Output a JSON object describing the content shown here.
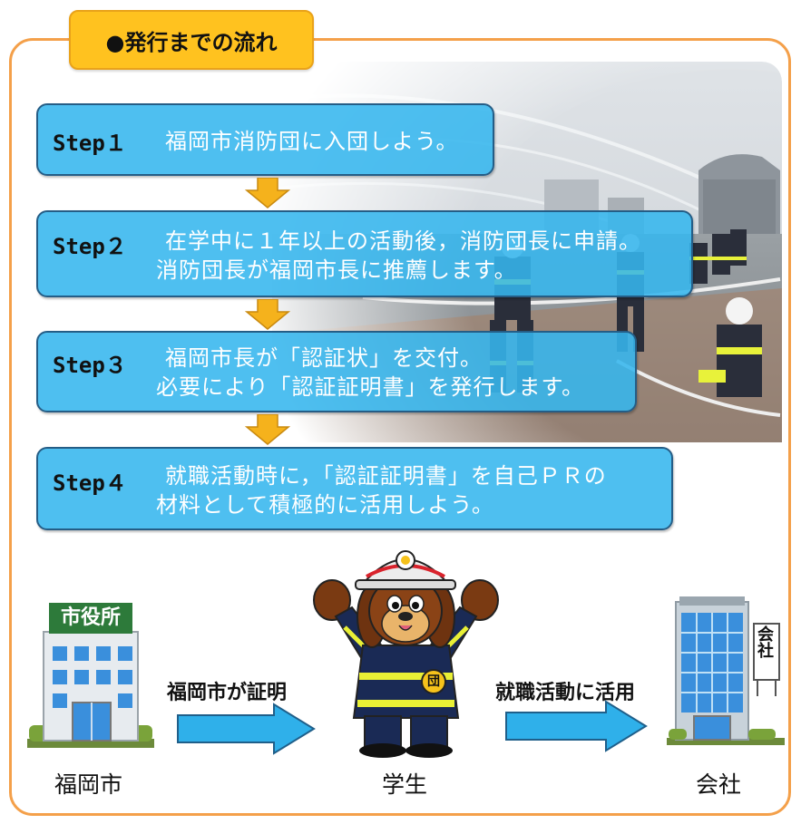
{
  "title": "●発行までの流れ",
  "steps": [
    {
      "label": "Step１",
      "lines": [
        "福岡市消防団に入団しよう。"
      ]
    },
    {
      "label": "Step２",
      "lines": [
        "在学中に１年以上の活動後，消防団長に申請。",
        "消防団長が福岡市長に推薦します。"
      ]
    },
    {
      "label": "Step３",
      "lines": [
        "福岡市長が「認証状」を交付。",
        "必要により「認証証明書」を発行します。"
      ]
    },
    {
      "label": "Step４",
      "lines": [
        "就職活動時に，「認証証明書」を自己ＰＲの",
        "材料として積極的に活用しよう。"
      ]
    }
  ],
  "flow": {
    "city_sign": "市役所",
    "city_caption": "福岡市",
    "arrow1_label": "福岡市が証明",
    "student_caption": "学生",
    "arrow2_label": "就職活動に活用",
    "company_sign": "会社",
    "company_caption": "会社",
    "mascot_badge": "団"
  },
  "colors": {
    "frame": "#f4a04a",
    "tag": "#ffc21f",
    "step_fill": "#35b6ee",
    "step_border": "#255d86",
    "down_arrow": "#f5b21c",
    "flow_arrow": "#2fb0ea"
  }
}
